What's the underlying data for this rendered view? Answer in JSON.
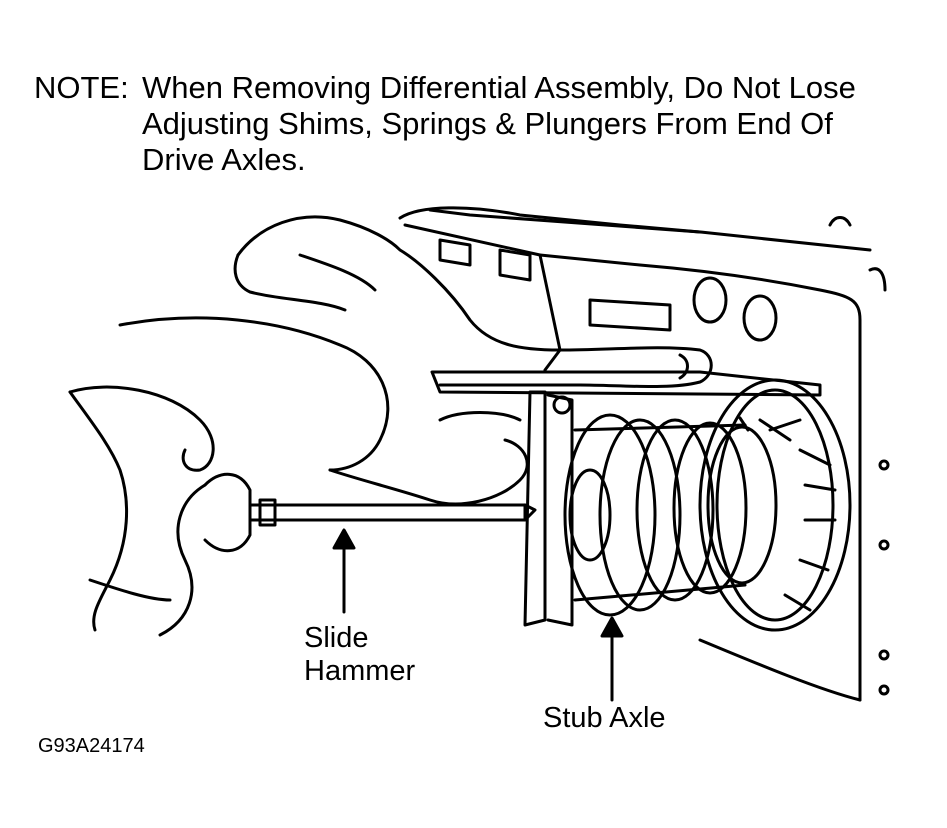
{
  "note": {
    "label": "NOTE:",
    "lines": [
      "When Removing Differential Assembly, Do Not Lose",
      "Adjusting Shims, Springs & Plungers From End Of",
      "Drive Axles."
    ]
  },
  "callouts": {
    "slide_hammer": [
      "Slide",
      "Hammer"
    ],
    "stub_axle": "Stub Axle"
  },
  "figure_code": "G93A24174"
}
